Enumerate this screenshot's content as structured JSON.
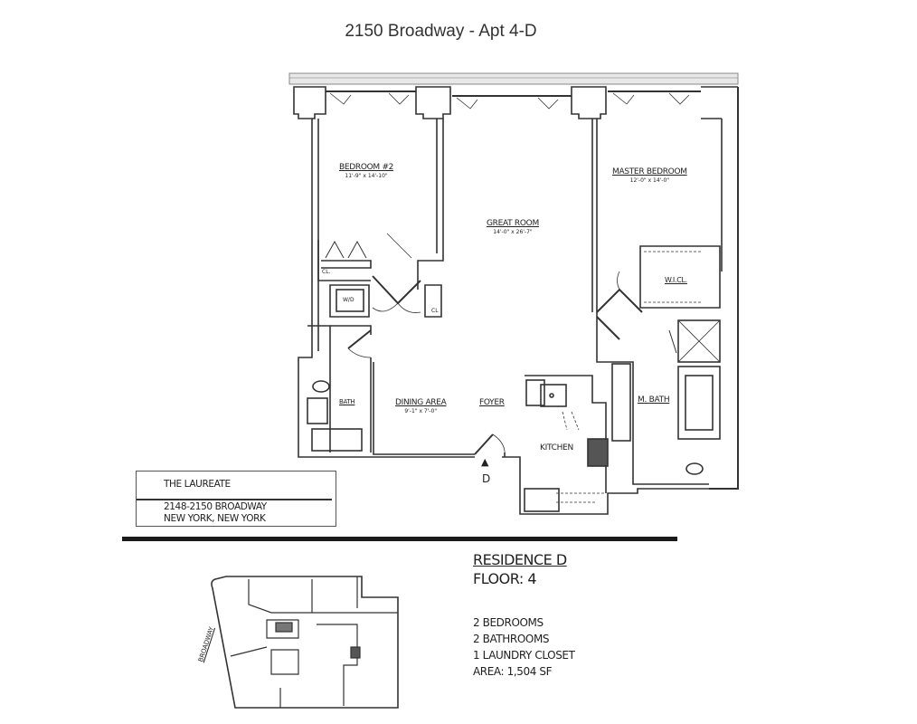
{
  "page_title": "2150 Broadway - Apt 4-D",
  "rooms": [
    {
      "name": "BEDROOM #2",
      "dimensions": "11'-9\" x 14'-10\""
    },
    {
      "name": "MASTER BEDROOM",
      "dimensions": "12'-0\" x 14'-0\""
    },
    {
      "name": "GREAT ROOM",
      "dimensions": "14'-0\" x 26'-7\""
    },
    {
      "name": "DINING AREA",
      "dimensions": "9'-1\" x 7'-0\""
    },
    {
      "name": "FOYER",
      "dimensions": ""
    },
    {
      "name": "KITCHEN",
      "dimensions": ""
    },
    {
      "name": "BATH",
      "dimensions": ""
    },
    {
      "name": "M. BATH",
      "dimensions": ""
    },
    {
      "name": "W.I.CL.",
      "dimensions": ""
    },
    {
      "name": "W/D",
      "dimensions": ""
    },
    {
      "name": "CL.",
      "dimensions": ""
    },
    {
      "name": "CL",
      "dimensions": ""
    }
  ],
  "entry_marker": {
    "icon": "triangle-up-icon",
    "label": "D"
  },
  "building": {
    "name": "THE LAUREATE",
    "address_line1": "2148-2150 BROADWAY",
    "address_line2": "NEW YORK, NEW YORK"
  },
  "residence": {
    "title": "RESIDENCE D",
    "floor": "FLOOR: 4",
    "facts": [
      "2 BEDROOMS",
      "2  BATHROOMS",
      "1  LAUNDRY CLOSET",
      "AREA: 1,504 SF"
    ]
  },
  "key_plan": {
    "street_label": "BROADWAY"
  }
}
